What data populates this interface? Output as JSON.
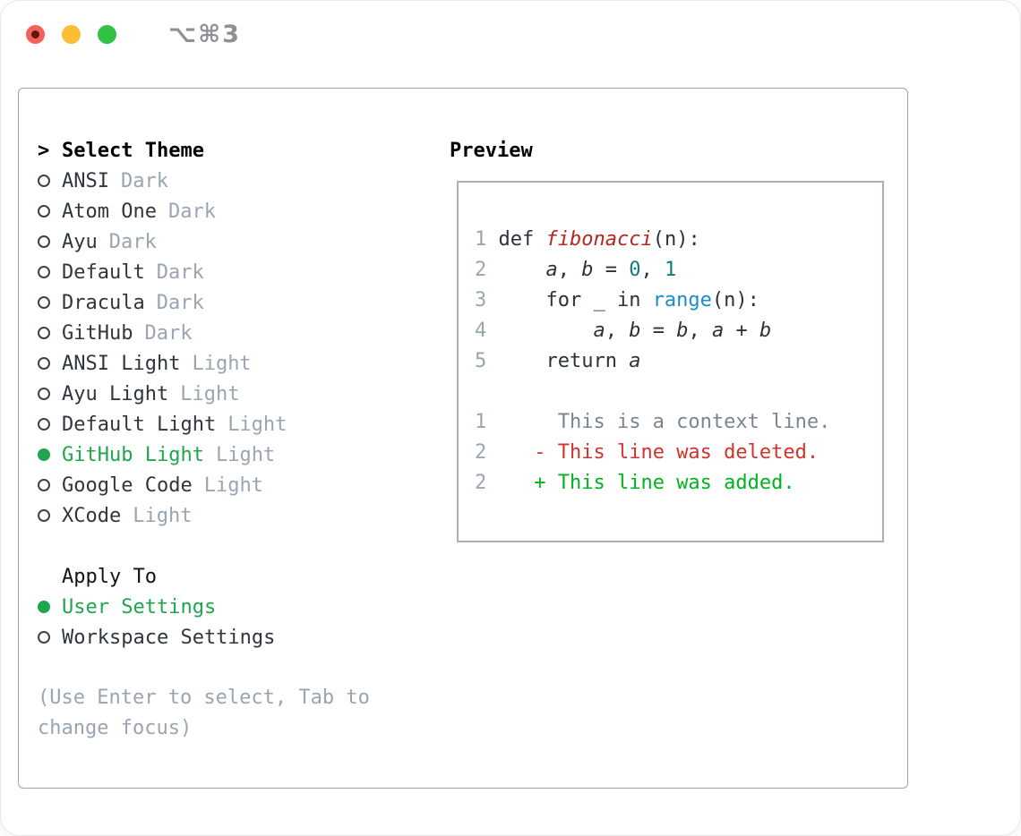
{
  "window": {
    "shortcut_label": "⌥⌘3"
  },
  "theme_panel": {
    "title": "Select Theme",
    "prompt_char": ">",
    "items": [
      {
        "name": "ANSI",
        "variant": "Dark",
        "selected": false
      },
      {
        "name": "Atom One",
        "variant": "Dark",
        "selected": false
      },
      {
        "name": "Ayu",
        "variant": "Dark",
        "selected": false
      },
      {
        "name": "Default",
        "variant": "Dark",
        "selected": false
      },
      {
        "name": "Dracula",
        "variant": "Dark",
        "selected": false
      },
      {
        "name": "GitHub",
        "variant": "Dark",
        "selected": false
      },
      {
        "name": "ANSI Light",
        "variant": "Light",
        "selected": false
      },
      {
        "name": "Ayu Light",
        "variant": "Light",
        "selected": false
      },
      {
        "name": "Default Light",
        "variant": "Light",
        "selected": false
      },
      {
        "name": "GitHub Light",
        "variant": "Light",
        "selected": true
      },
      {
        "name": "Google Code",
        "variant": "Light",
        "selected": false
      },
      {
        "name": "XCode",
        "variant": "Light",
        "selected": false
      }
    ]
  },
  "apply_panel": {
    "title": "Apply To",
    "options": [
      {
        "label": "User Settings",
        "selected": true
      },
      {
        "label": "Workspace Settings",
        "selected": false
      }
    ]
  },
  "help_text": "(Use Enter to select, Tab to change focus)",
  "preview_panel": {
    "title": "Preview",
    "code_lines": [
      {
        "gutter": "1",
        "tokens": [
          {
            "text": "def ",
            "style": "code"
          },
          {
            "text": "fibonacci",
            "style": "func"
          },
          {
            "text": "(n):",
            "style": "code"
          }
        ]
      },
      {
        "gutter": "2",
        "tokens": [
          {
            "text": "    ",
            "style": "code"
          },
          {
            "text": "a",
            "style": "var"
          },
          {
            "text": ", ",
            "style": "code"
          },
          {
            "text": "b",
            "style": "var"
          },
          {
            "text": " = ",
            "style": "code"
          },
          {
            "text": "0",
            "style": "num"
          },
          {
            "text": ", ",
            "style": "code"
          },
          {
            "text": "1",
            "style": "num"
          }
        ]
      },
      {
        "gutter": "3",
        "tokens": [
          {
            "text": "    for _ in ",
            "style": "code"
          },
          {
            "text": "range",
            "style": "builtin"
          },
          {
            "text": "(n):",
            "style": "code"
          }
        ]
      },
      {
        "gutter": "4",
        "tokens": [
          {
            "text": "        ",
            "style": "code"
          },
          {
            "text": "a",
            "style": "var"
          },
          {
            "text": ", ",
            "style": "code"
          },
          {
            "text": "b",
            "style": "var"
          },
          {
            "text": " = ",
            "style": "code"
          },
          {
            "text": "b",
            "style": "var"
          },
          {
            "text": ", ",
            "style": "code"
          },
          {
            "text": "a",
            "style": "var"
          },
          {
            "text": " + ",
            "style": "code"
          },
          {
            "text": "b",
            "style": "var"
          }
        ]
      },
      {
        "gutter": "5",
        "tokens": [
          {
            "text": "    return ",
            "style": "code"
          },
          {
            "text": "a",
            "style": "var"
          }
        ]
      }
    ],
    "diff_lines": [
      {
        "gutter": "1",
        "tokens": [
          {
            "text": "     This is a context line.",
            "style": "ctx"
          }
        ]
      },
      {
        "gutter": "2",
        "tokens": [
          {
            "text": "   ",
            "style": "ctx"
          },
          {
            "text": "- This line was deleted.",
            "style": "del"
          }
        ]
      },
      {
        "gutter": "2",
        "tokens": [
          {
            "text": "   ",
            "style": "ctx"
          },
          {
            "text": "+ This line was added.",
            "style": "add"
          }
        ]
      }
    ]
  },
  "colors": {
    "selected_green": "#1fa64c",
    "added_green": "#00b41f",
    "deleted_red": "#d0342c",
    "function_red": "#b22820",
    "number_teal": "#0e7d73",
    "builtin_blue": "#1a8cc8",
    "muted_gray": "#9aa5b1",
    "context_gray": "#7b8591",
    "text_dark": "#2f363d",
    "traffic_red": "#f4615b",
    "traffic_yellow": "#fcbe35",
    "traffic_green": "#31c146"
  }
}
